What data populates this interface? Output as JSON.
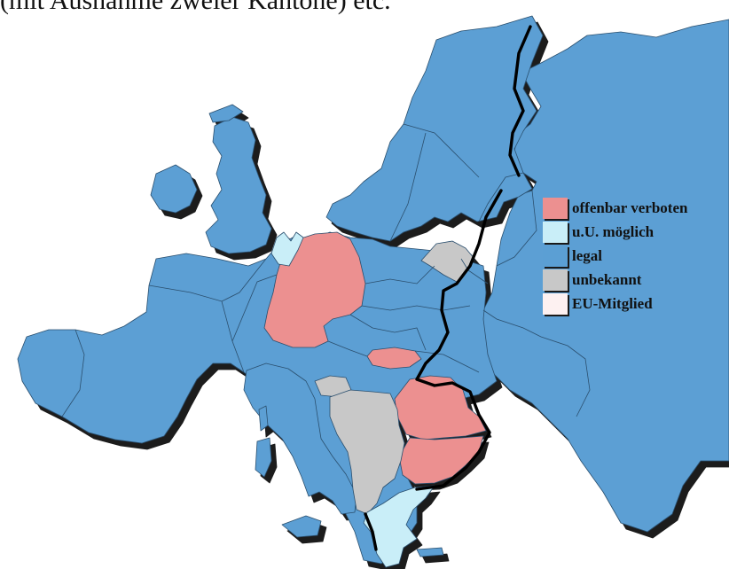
{
  "caption": "(mit Ausnahme zweier Kantone) etc.",
  "colors": {
    "verboten": "#ec9090",
    "moeglich": "#c9eef8",
    "legal": "#5b9fd4",
    "unbekannt": "#c8c8c8",
    "eu": "#fdf1f1",
    "shadow": "#1a1a1a"
  },
  "legend": [
    {
      "label": "offenbar verboten",
      "color": "#ec9090"
    },
    {
      "label": "u.U. möglich",
      "color": "#c9eef8"
    },
    {
      "label": "legal",
      "color": "#5b9fd4"
    },
    {
      "label": "unbekannt",
      "color": "#c8c8c8"
    },
    {
      "label": "EU-Mitglied",
      "color": "#fdf1f1"
    }
  ],
  "regions": [
    {
      "name": "Deutschland",
      "status": "offenbar verboten"
    },
    {
      "name": "Ungarn",
      "status": "offenbar verboten"
    },
    {
      "name": "Rumänien",
      "status": "offenbar verboten"
    },
    {
      "name": "Bulgarien",
      "status": "offenbar verboten"
    },
    {
      "name": "Dänemark",
      "status": "u.U. möglich"
    },
    {
      "name": "Griechenland",
      "status": "u.U. möglich"
    },
    {
      "name": "Litauen",
      "status": "unbekannt"
    },
    {
      "name": "Slowenien",
      "status": "unbekannt"
    },
    {
      "name": "Westbalkan",
      "status": "unbekannt"
    },
    {
      "name": "Übriges Europa",
      "status": "legal"
    }
  ]
}
